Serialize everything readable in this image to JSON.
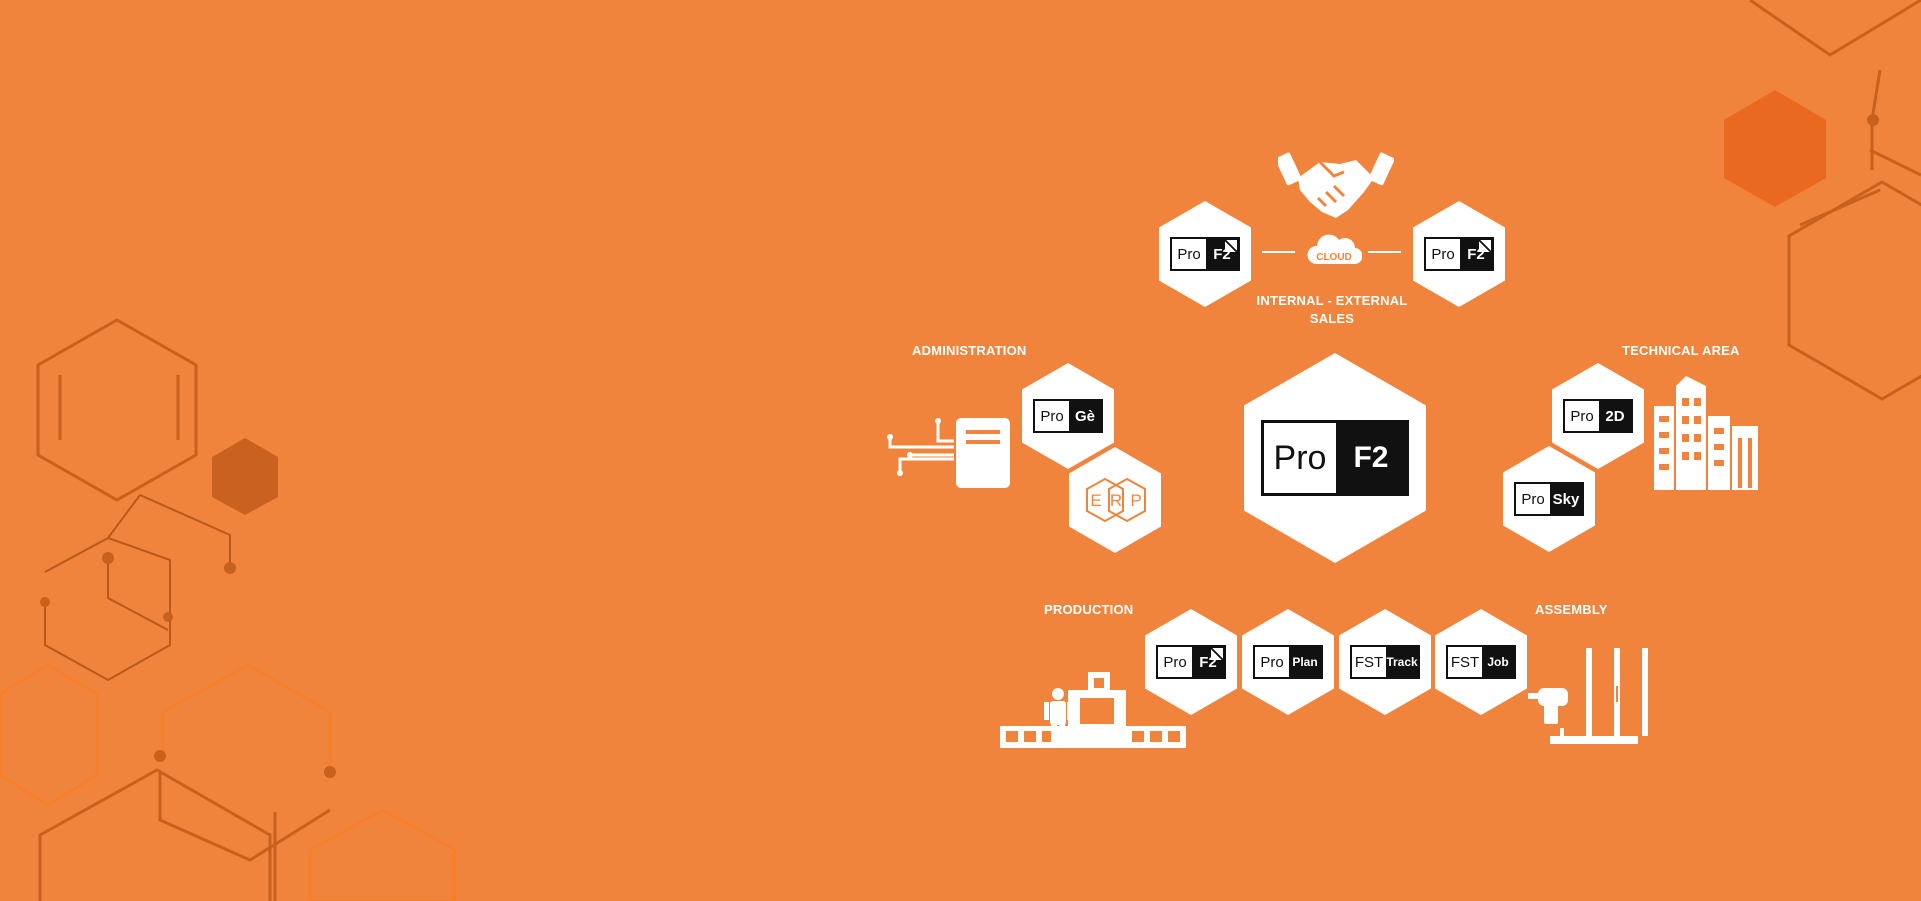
{
  "colors": {
    "background": "#f0843c",
    "white": "#ffffff",
    "dark": "#111111",
    "deco_dark": "#c8601e",
    "deco_light": "#f87f28"
  },
  "center": {
    "left": "Pro",
    "right": "F2"
  },
  "sales": {
    "label": "INTERNAL - EXTERNAL SALES",
    "cloud_text": "CLOUD",
    "badge_left": {
      "left": "Pro",
      "right": "F2"
    },
    "badge_right": {
      "left": "Pro",
      "right": "F2"
    }
  },
  "administration": {
    "label": "ADMINISTRATION",
    "badge": {
      "left": "Pro",
      "right": "Gè"
    },
    "erp": [
      "E",
      "R",
      "P"
    ]
  },
  "technical": {
    "label": "TECHNICAL AREA",
    "badge_2d": {
      "left": "Pro",
      "right": "2D"
    },
    "badge_sky": {
      "left": "Pro",
      "right": "Sky"
    }
  },
  "production": {
    "label": "PRODUCTION",
    "badges": [
      {
        "left": "Pro",
        "right": "F2"
      },
      {
        "left": "Pro",
        "right": "Plan"
      },
      {
        "left": "FST",
        "right": "Track"
      },
      {
        "left": "FST",
        "right": "Job"
      }
    ]
  },
  "assembly": {
    "label": "ASSEMBLY"
  },
  "icons": [
    "handshake-icon",
    "cloud-icon",
    "server-icon",
    "circuit-icon",
    "erp-icon",
    "buildings-icon",
    "factory-line-icon",
    "worker-icon",
    "drill-icon",
    "window-frame-icon"
  ]
}
